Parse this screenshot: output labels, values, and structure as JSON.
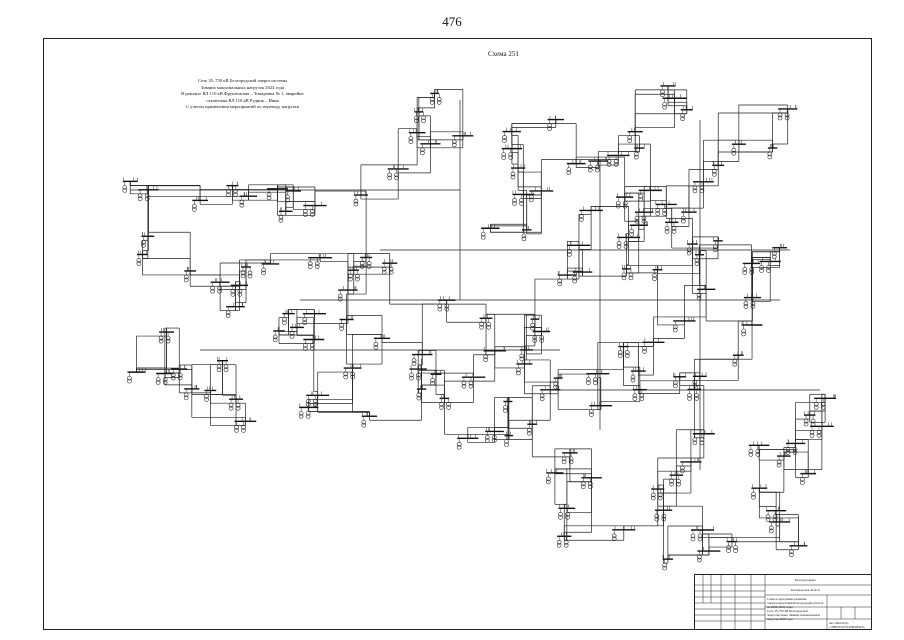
{
  "page_number": "476",
  "scheme_title": "Схема 251",
  "caption_lines": [
    "Сеть 35–750 кВ Белгородской энергосистемы",
    "Зимних максимальных нагрузок 2024 года",
    "В ремонте ВЛ 110 кВ Фрунзенская – Томаровка № 1, аварийно",
    "отключена ВЛ 110 кВ Рудник – Ивня",
    "С учетом применения мероприятий по переводу нагрузки"
  ],
  "stamp": {
    "row1": "Белгородэнерго",
    "row2": "Белгородская область",
    "row3": "Схема и программа развития электроэнергетики Белгородской области на 2020–2024 годы",
    "row4": "Сеть 35–750 кВ Белгородской энергосистемы. Зимних максимальных нагрузок 2024 года",
    "row5": "АО «Институт «ЭНЕРГОСЕТЬПРОЕКТ»"
  }
}
